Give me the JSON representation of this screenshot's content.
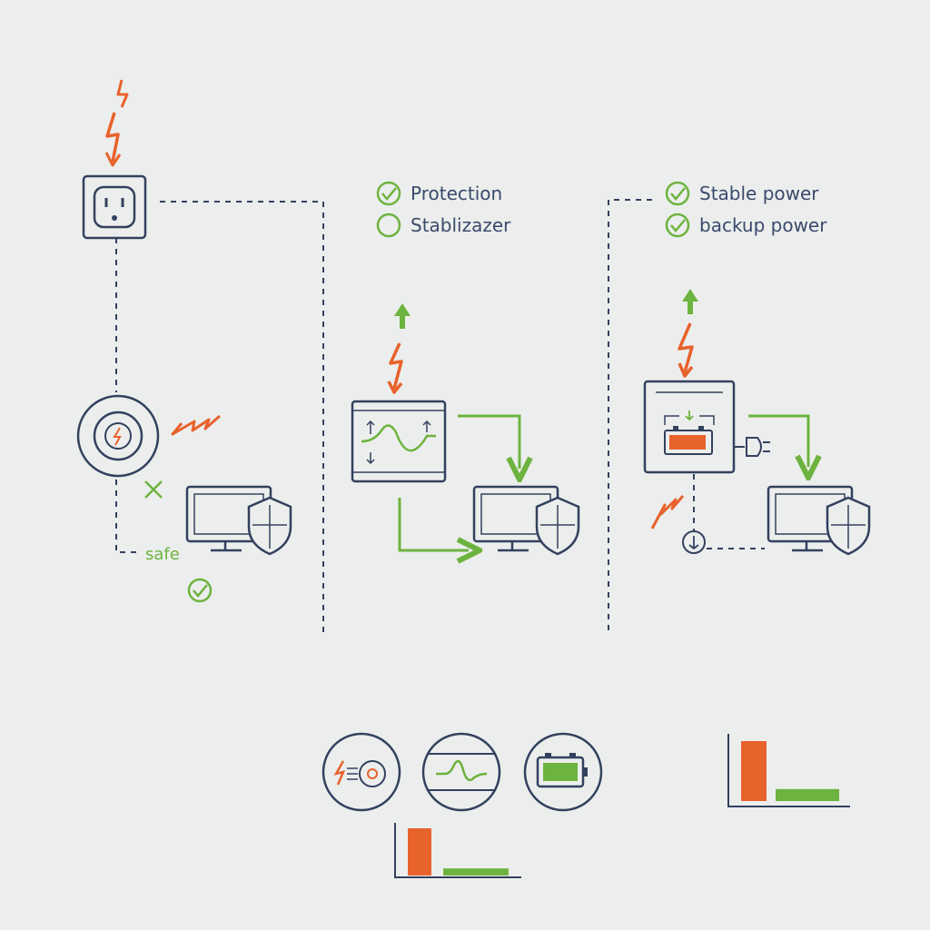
{
  "colors": {
    "navy": "#33415f",
    "orange": "#e8622c",
    "green": "#6db33f",
    "background": "#eceeed"
  },
  "panel_1": {
    "safe_label": "safe",
    "icons": [
      "power-outlet-icon",
      "surge-protector-icon",
      "monitor-icon",
      "shield-icon",
      "lightning-icon",
      "check-icon",
      "cross-icon"
    ]
  },
  "panel_2": {
    "checklist": [
      {
        "label": "Protection",
        "checked": true
      },
      {
        "label": "Stablizazer",
        "checked": false
      }
    ],
    "icons": [
      "voltage-stabilizer-icon",
      "monitor-icon",
      "shield-icon",
      "lightning-icon",
      "up-arrow-icon"
    ]
  },
  "panel_3": {
    "checklist": [
      {
        "label": "Stable power",
        "checked": true
      },
      {
        "label": "backup power",
        "checked": true
      }
    ],
    "icons": [
      "ups-battery-icon",
      "plug-icon",
      "monitor-icon",
      "shield-icon",
      "lightning-icon",
      "up-arrow-icon"
    ]
  },
  "legend_icons": [
    "surge-protector-icon",
    "sine-wave-icon",
    "battery-icon"
  ],
  "mini_charts": [
    {
      "values": [
        {
          "color": "orange",
          "value": 1.0
        },
        {
          "color": "green",
          "value": 0.15
        }
      ]
    },
    {
      "values": [
        {
          "color": "orange",
          "value": 1.0
        },
        {
          "color": "green",
          "value": 0.2
        }
      ]
    }
  ]
}
